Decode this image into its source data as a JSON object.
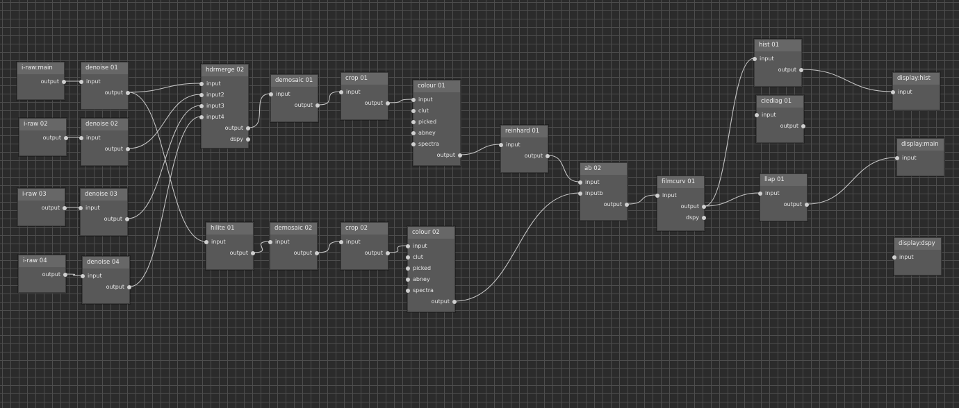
{
  "nodes": {
    "i-raw:main": {
      "title": "i-raw:main",
      "inputs": [],
      "outputs": [
        "output"
      ]
    },
    "denoise 01": {
      "title": "denoise 01",
      "inputs": [
        "input"
      ],
      "outputs": [
        "output"
      ]
    },
    "i-raw 02": {
      "title": "i-raw 02",
      "inputs": [],
      "outputs": [
        "output"
      ]
    },
    "denoise 02": {
      "title": "denoise 02",
      "inputs": [
        "input"
      ],
      "outputs": [
        "output"
      ]
    },
    "i-raw 03": {
      "title": "i-raw 03",
      "inputs": [],
      "outputs": [
        "output"
      ]
    },
    "denoise 03": {
      "title": "denoise 03",
      "inputs": [
        "input"
      ],
      "outputs": [
        "output"
      ]
    },
    "i-raw 04": {
      "title": "i-raw 04",
      "inputs": [],
      "outputs": [
        "output"
      ]
    },
    "denoise 04": {
      "title": "denoise 04",
      "inputs": [
        "input"
      ],
      "outputs": [
        "output"
      ]
    },
    "hdrmerge 02": {
      "title": "hdrmerge 02",
      "inputs": [
        "input",
        "input2",
        "input3",
        "input4"
      ],
      "outputs": [
        "output",
        "dspy"
      ]
    },
    "demosaic 01": {
      "title": "demosaic 01",
      "inputs": [
        "input"
      ],
      "outputs": [
        "output"
      ]
    },
    "crop 01": {
      "title": "crop 01",
      "inputs": [
        "input"
      ],
      "outputs": [
        "output"
      ]
    },
    "colour 01": {
      "title": "colour 01",
      "inputs": [
        "input",
        "clut",
        "picked",
        "abney",
        "spectra"
      ],
      "outputs": [
        "output"
      ]
    },
    "hilite 01": {
      "title": "hilite 01",
      "inputs": [
        "input"
      ],
      "outputs": [
        "output"
      ]
    },
    "demosaic 02": {
      "title": "demosaic 02",
      "inputs": [
        "input"
      ],
      "outputs": [
        "output"
      ]
    },
    "crop 02": {
      "title": "crop 02",
      "inputs": [
        "input"
      ],
      "outputs": [
        "output"
      ]
    },
    "colour 02": {
      "title": "colour 02",
      "inputs": [
        "input",
        "clut",
        "picked",
        "abney",
        "spectra"
      ],
      "outputs": [
        "output"
      ]
    },
    "reinhard 01": {
      "title": "reinhard 01",
      "inputs": [
        "input"
      ],
      "outputs": [
        "output"
      ]
    },
    "ab 02": {
      "title": "ab 02",
      "inputs": [
        "input",
        "inputb"
      ],
      "outputs": [
        "output"
      ]
    },
    "filmcurv 01": {
      "title": "filmcurv 01",
      "inputs": [
        "input"
      ],
      "outputs": [
        "output",
        "dspy"
      ]
    },
    "hist 01": {
      "title": "hist 01",
      "inputs": [
        "input"
      ],
      "outputs": [
        "output"
      ]
    },
    "ciediag 01": {
      "title": "ciediag 01",
      "inputs": [
        "input"
      ],
      "outputs": [
        "output"
      ]
    },
    "llap 01": {
      "title": "llap 01",
      "inputs": [
        "input"
      ],
      "outputs": [
        "output"
      ]
    },
    "display:hist": {
      "title": "display:hist",
      "inputs": [
        "input"
      ],
      "outputs": []
    },
    "display:main": {
      "title": "display:main",
      "inputs": [
        "input"
      ],
      "outputs": []
    },
    "display:dspy": {
      "title": "display:dspy",
      "inputs": [
        "input"
      ],
      "outputs": []
    }
  },
  "connections": [
    [
      "i-raw:main",
      "output",
      "denoise 01",
      "input"
    ],
    [
      "i-raw 02",
      "output",
      "denoise 02",
      "input"
    ],
    [
      "i-raw 03",
      "output",
      "denoise 03",
      "input"
    ],
    [
      "i-raw 04",
      "output",
      "denoise 04",
      "input"
    ],
    [
      "denoise 01",
      "output",
      "hdrmerge 02",
      "input"
    ],
    [
      "denoise 02",
      "output",
      "hdrmerge 02",
      "input2"
    ],
    [
      "denoise 03",
      "output",
      "hdrmerge 02",
      "input3"
    ],
    [
      "denoise 04",
      "output",
      "hdrmerge 02",
      "input4"
    ],
    [
      "denoise 01",
      "output",
      "hilite 01",
      "input"
    ],
    [
      "hdrmerge 02",
      "output",
      "demosaic 01",
      "input"
    ],
    [
      "demosaic 01",
      "output",
      "crop 01",
      "input"
    ],
    [
      "crop 01",
      "output",
      "colour 01",
      "input"
    ],
    [
      "colour 01",
      "output",
      "reinhard 01",
      "input"
    ],
    [
      "reinhard 01",
      "output",
      "ab 02",
      "input"
    ],
    [
      "hilite 01",
      "output",
      "demosaic 02",
      "input"
    ],
    [
      "demosaic 02",
      "output",
      "crop 02",
      "input"
    ],
    [
      "crop 02",
      "output",
      "colour 02",
      "input"
    ],
    [
      "colour 02",
      "output",
      "ab 02",
      "inputb"
    ],
    [
      "ab 02",
      "output",
      "filmcurv 01",
      "input"
    ],
    [
      "filmcurv 01",
      "output",
      "hist 01",
      "input"
    ],
    [
      "filmcurv 01",
      "output",
      "llap 01",
      "input"
    ],
    [
      "hist 01",
      "output",
      "display:hist",
      "input"
    ],
    [
      "llap 01",
      "output",
      "display:main",
      "input"
    ]
  ]
}
